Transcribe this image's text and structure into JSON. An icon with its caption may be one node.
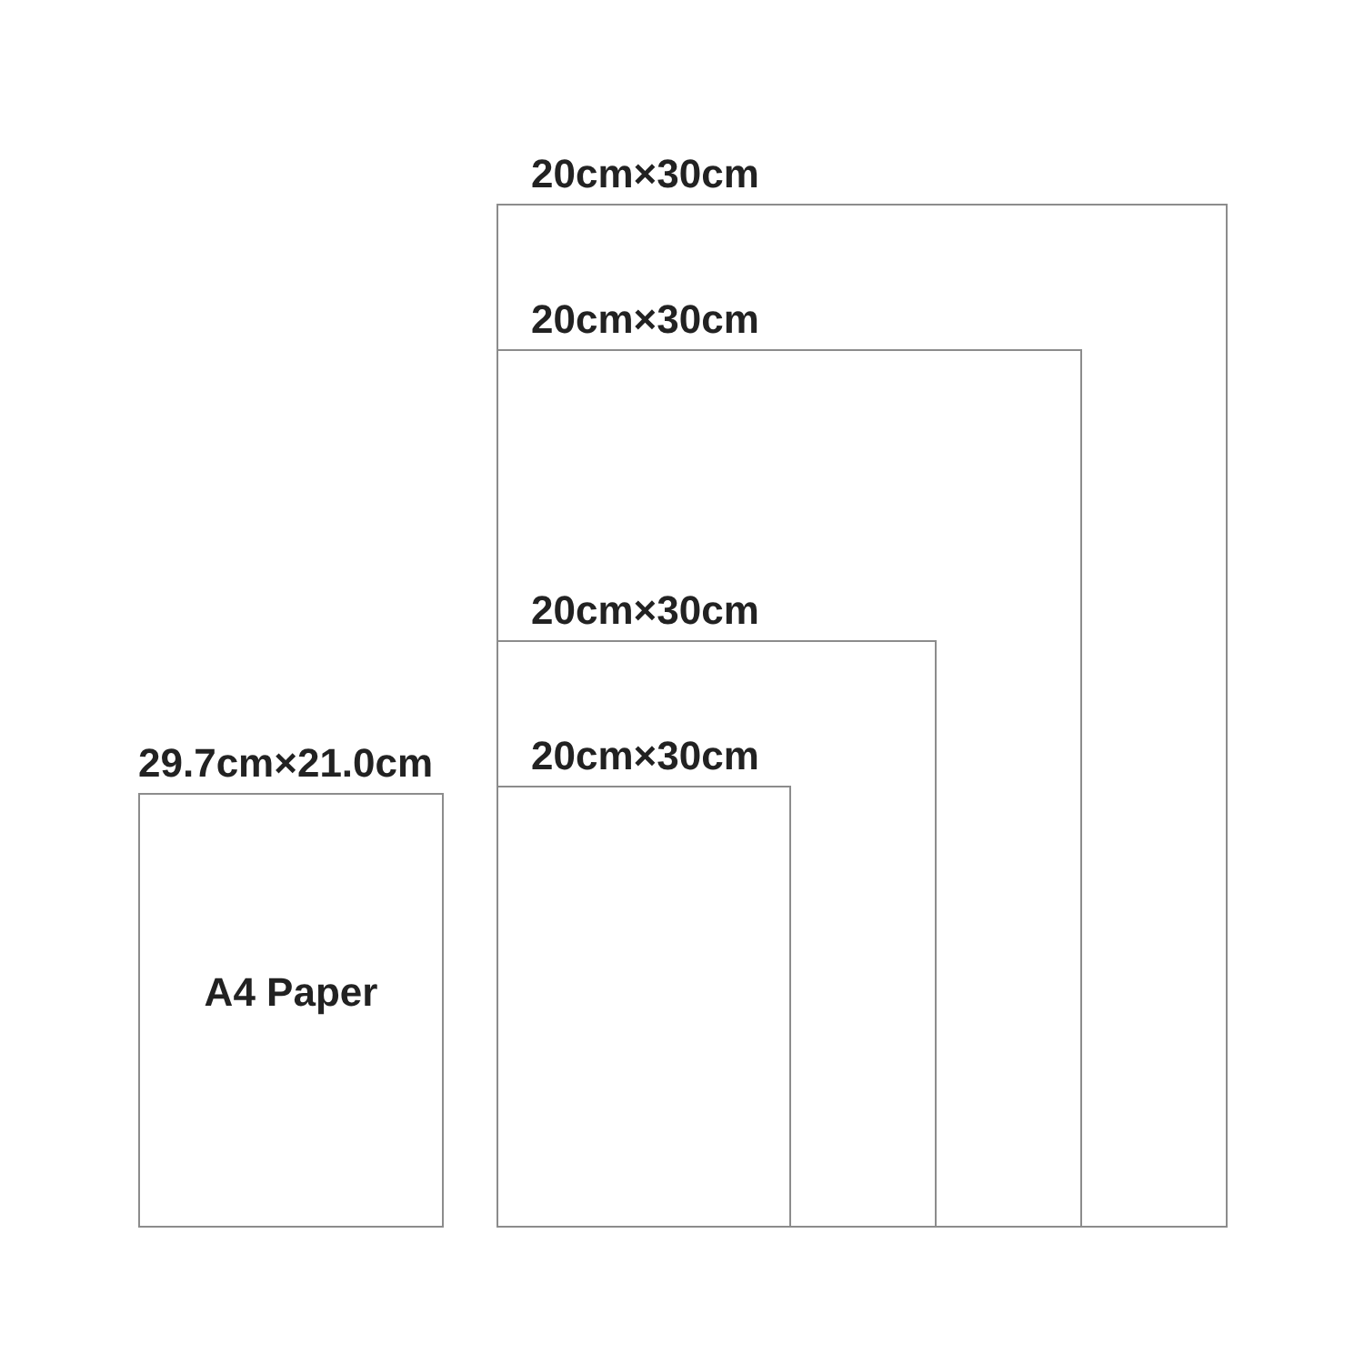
{
  "diagram": {
    "nodes": [
      {
        "text": [
          "20cm×30cm"
        ]
      },
      {
        "text": [
          "20cm×30cm"
        ],
        "in": 0
      },
      {
        "text": [
          "20cm×30cm"
        ],
        "in": 1
      },
      {
        "text": [
          "20cm×30cm"
        ],
        "in": 2
      },
      {
        "text": [
          "29.7cm×21.0cm",
          "A4 Paper"
        ]
      }
    ]
  }
}
